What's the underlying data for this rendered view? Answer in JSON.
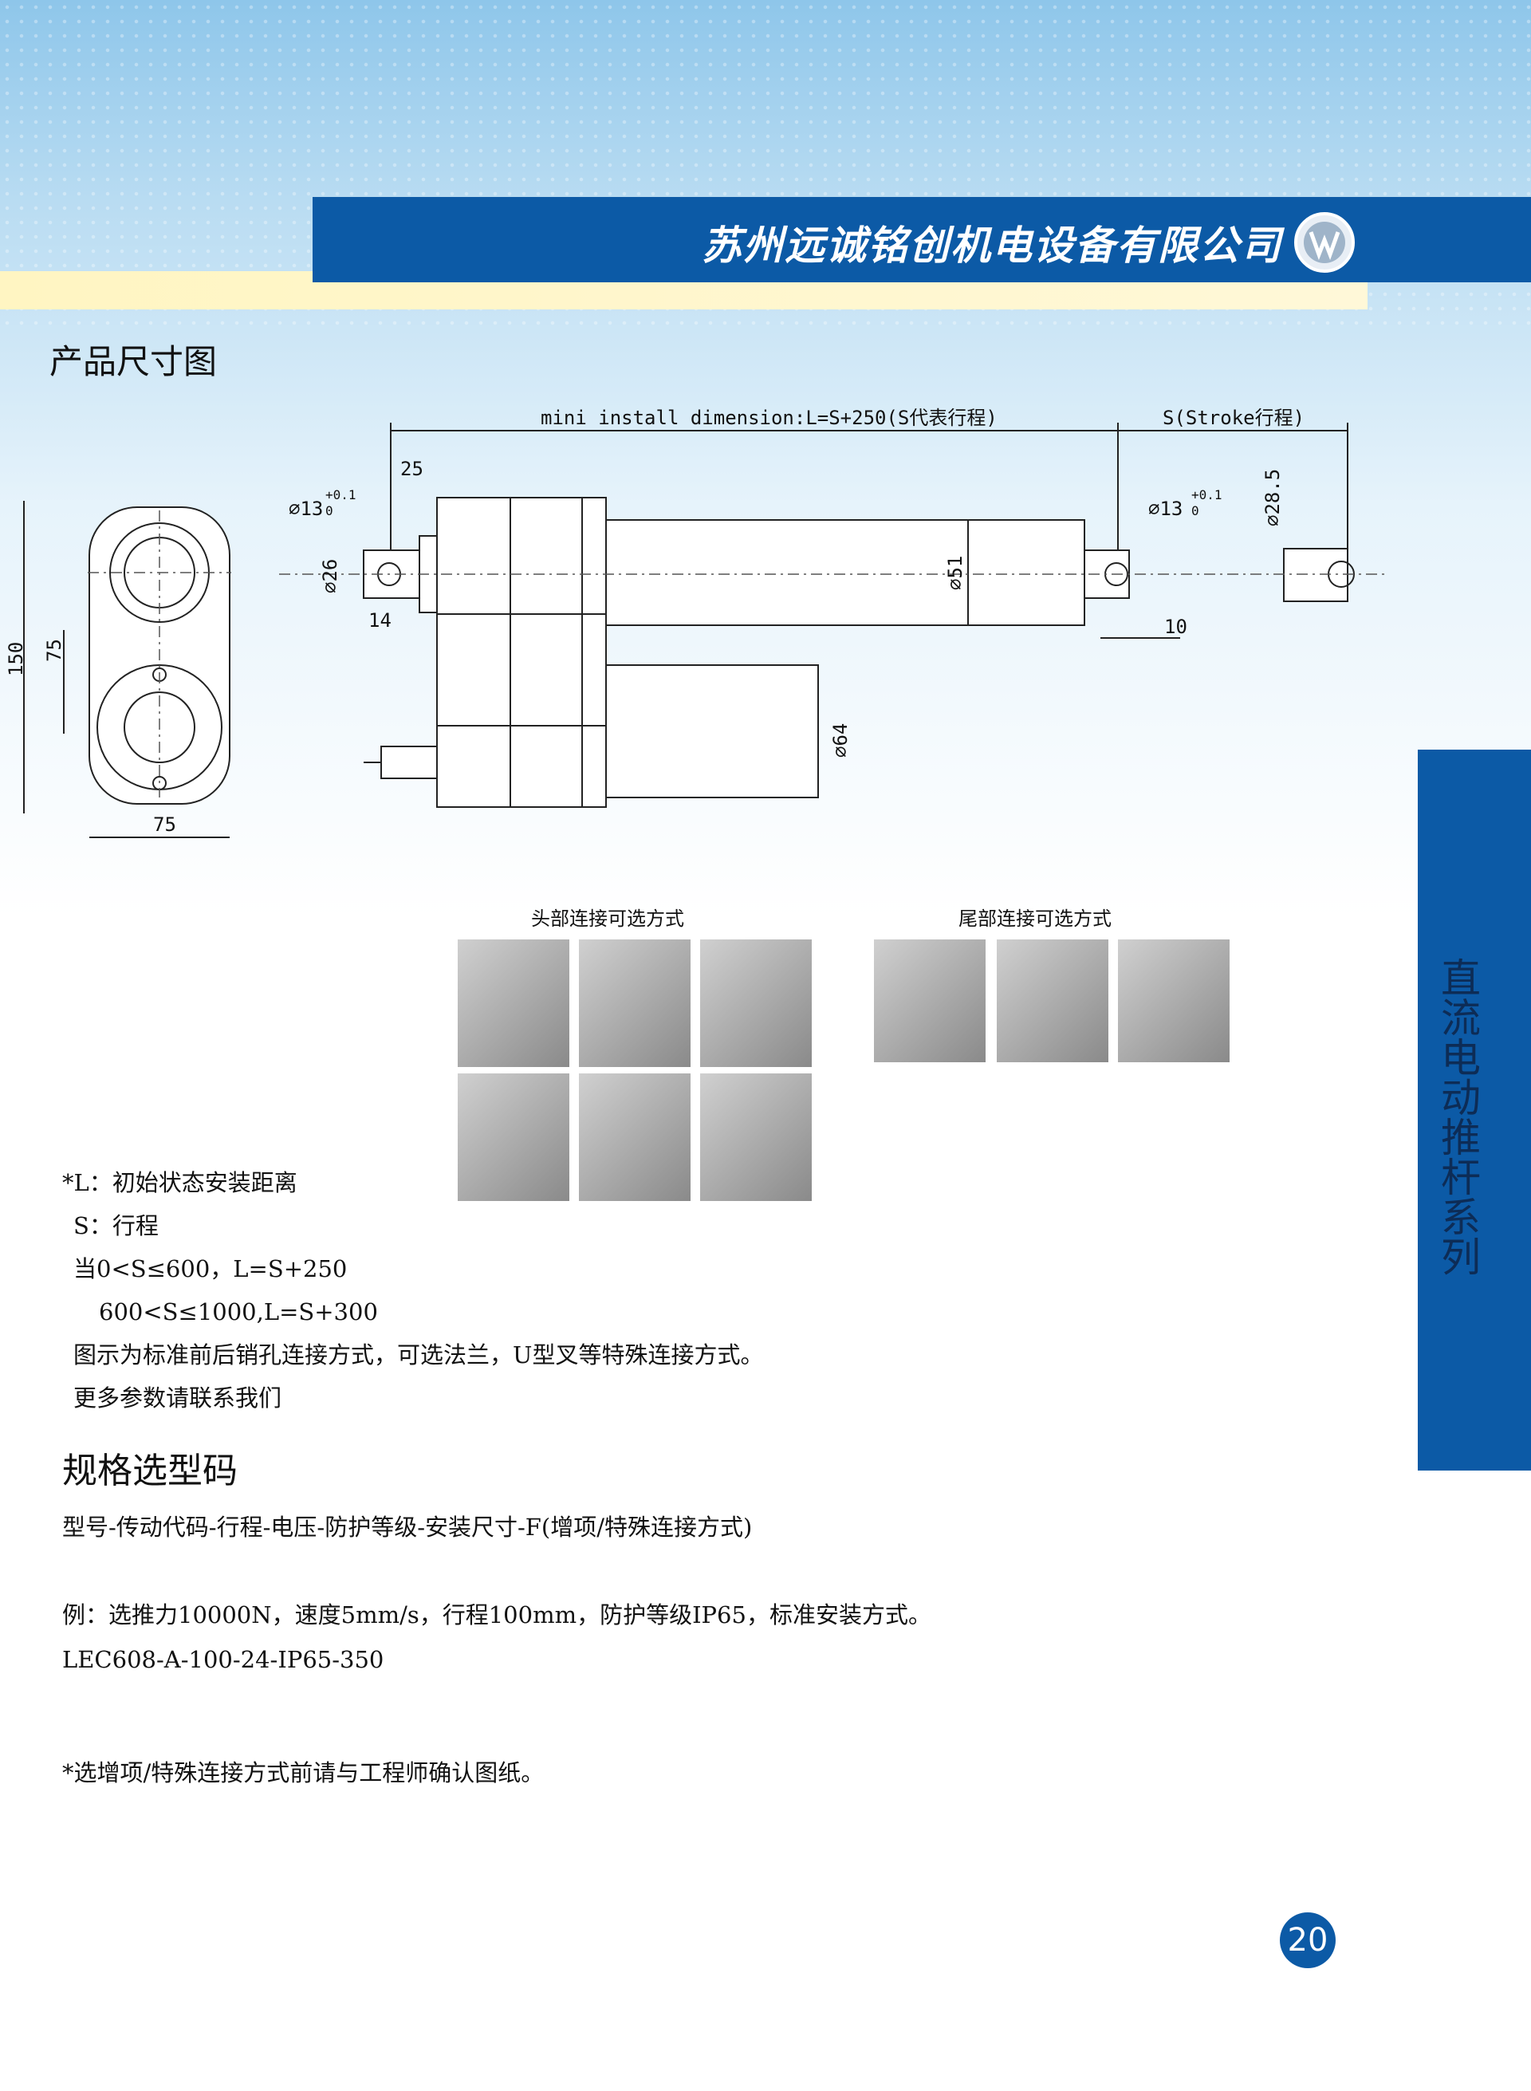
{
  "header": {
    "company_name": "苏州远诚铭创机电设备有限公司",
    "logo_icon": "company-logo-icon"
  },
  "section": {
    "dimension_title": "产品尺寸图",
    "spec_title": "规格选型码"
  },
  "drawing": {
    "label_mini_install": "mini install dimension:L=S+250(S代表行程)",
    "label_stroke": "S(Stroke行程)",
    "dim_25": "25",
    "dim_13_left": "⌀13",
    "tol_left": "+0.1",
    "tol_left_zero": "0",
    "dim_26": "⌀26",
    "dim_14": "14",
    "dim_51": "⌀51",
    "dim_13_right": "⌀13",
    "tol_right": "+0.1",
    "tol_right_zero": "0",
    "dim_10": "10",
    "dim_28_5": "⌀28.5",
    "dim_64": "⌀64",
    "dim_150": "150",
    "dim_75_vert": "75",
    "dim_75_horiz": "75"
  },
  "options": {
    "head_label": "头部连接可选方式",
    "tail_label": "尾部连接可选方式"
  },
  "notes": {
    "line1": "*L：初始状态安装距离",
    "line2": "S：行程",
    "line3": "当0<S≤600，L=S+250",
    "line4": "600<S≤1000,L=S+300",
    "line5": "图示为标准前后销孔连接方式，可选法兰，U型叉等特殊连接方式。",
    "line6": "更多参数请联系我们"
  },
  "spec": {
    "format": "型号-传动代码-行程-电压-防护等级-安装尺寸-F(增项/特殊连接方式)",
    "example": "例：选推力10000N，速度5mm/s，行程100mm，防护等级IP65，标准安装方式。",
    "code": "LEC608-A-100-24-IP65-350",
    "note": "*选增项/特殊连接方式前请与工程师确认图纸。"
  },
  "side_tab": {
    "text": "直流电动推杆系列"
  },
  "page": {
    "number": "20"
  }
}
